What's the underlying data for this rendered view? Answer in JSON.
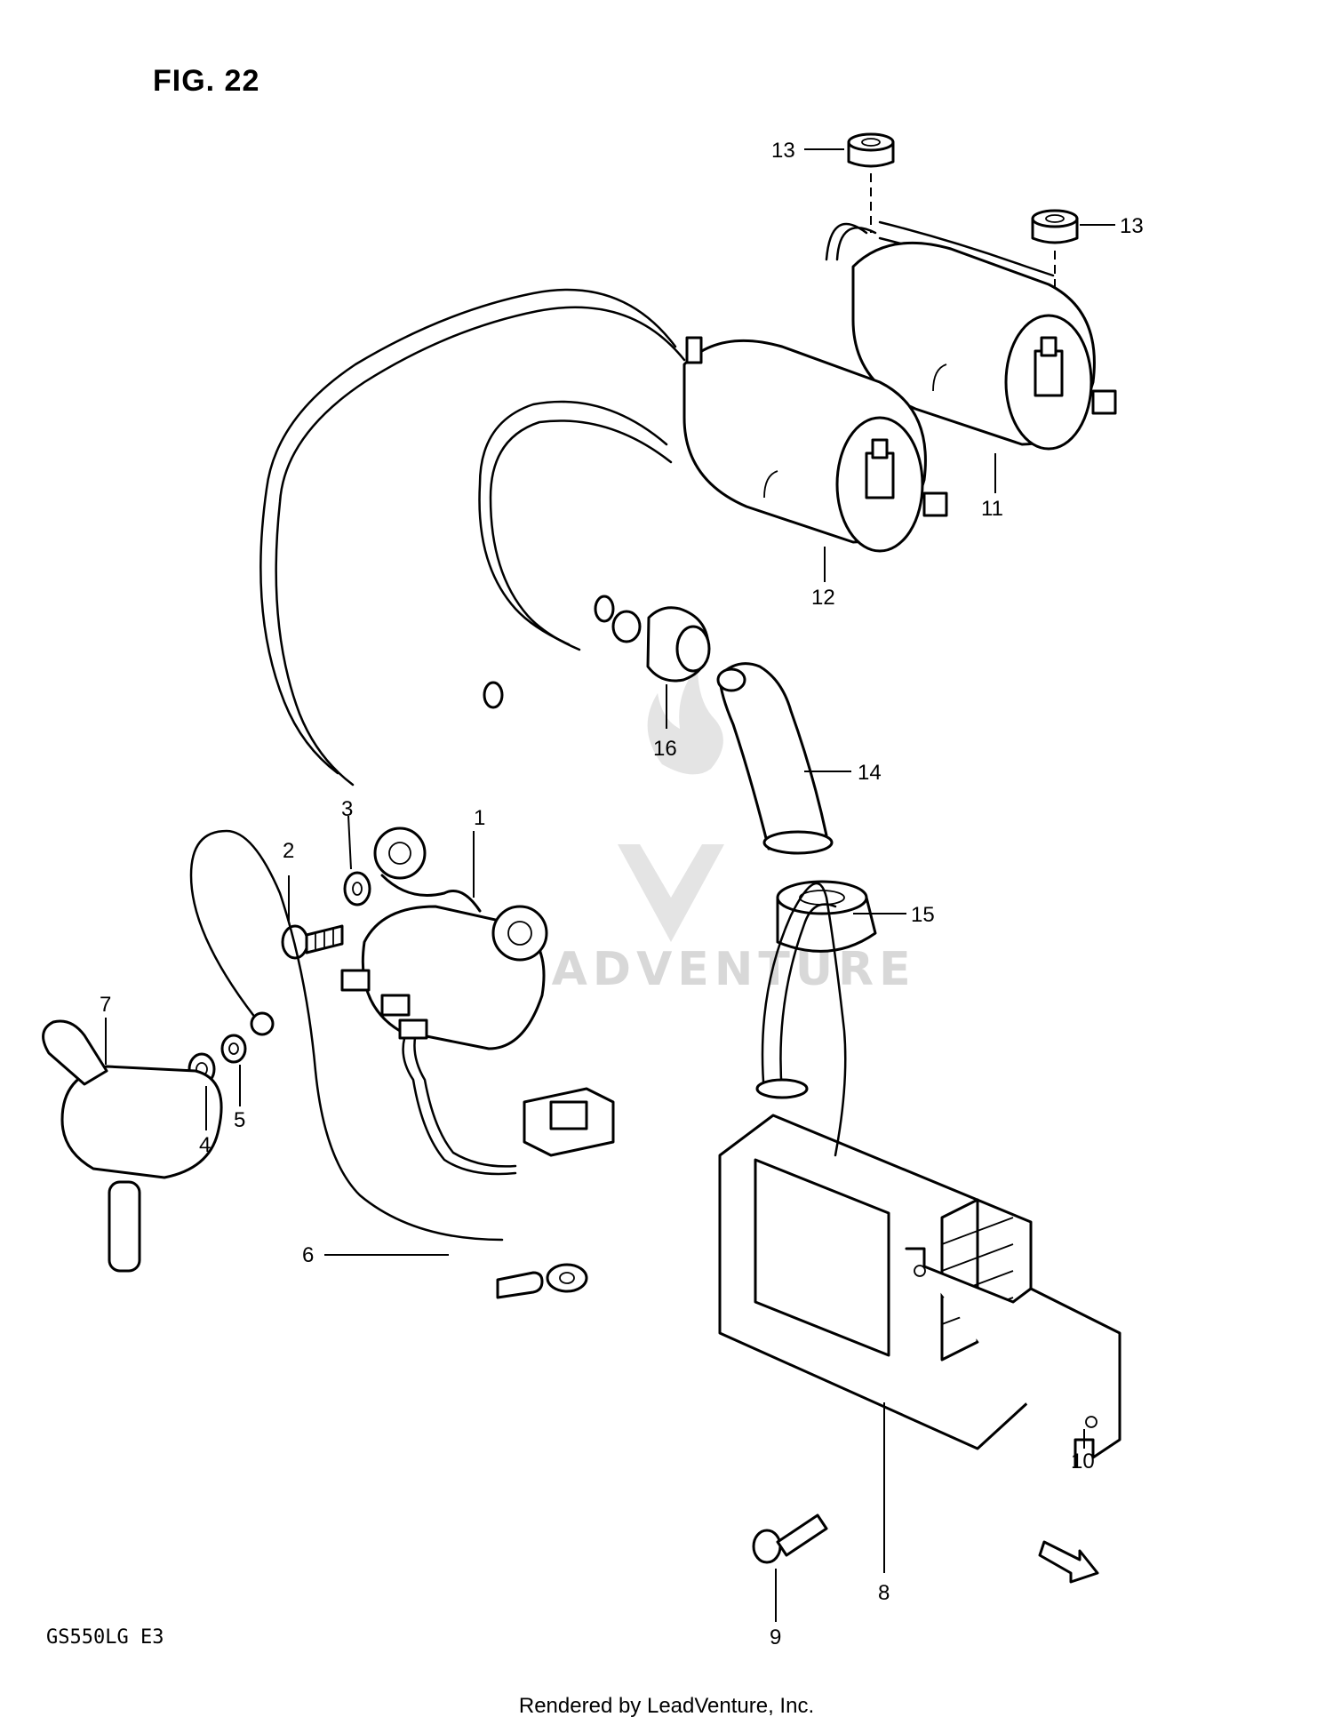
{
  "figure_title": "FIG. 22",
  "model_code": "GS550LG  E3",
  "footer": "Rendered by LeadVenture, Inc.",
  "watermark_text": "LEADVENTURE",
  "callouts": [
    "1",
    "2",
    "3",
    "4",
    "5",
    "6",
    "7",
    "8",
    "9",
    "10",
    "11",
    "12",
    "13",
    "13",
    "14",
    "15",
    "16"
  ]
}
